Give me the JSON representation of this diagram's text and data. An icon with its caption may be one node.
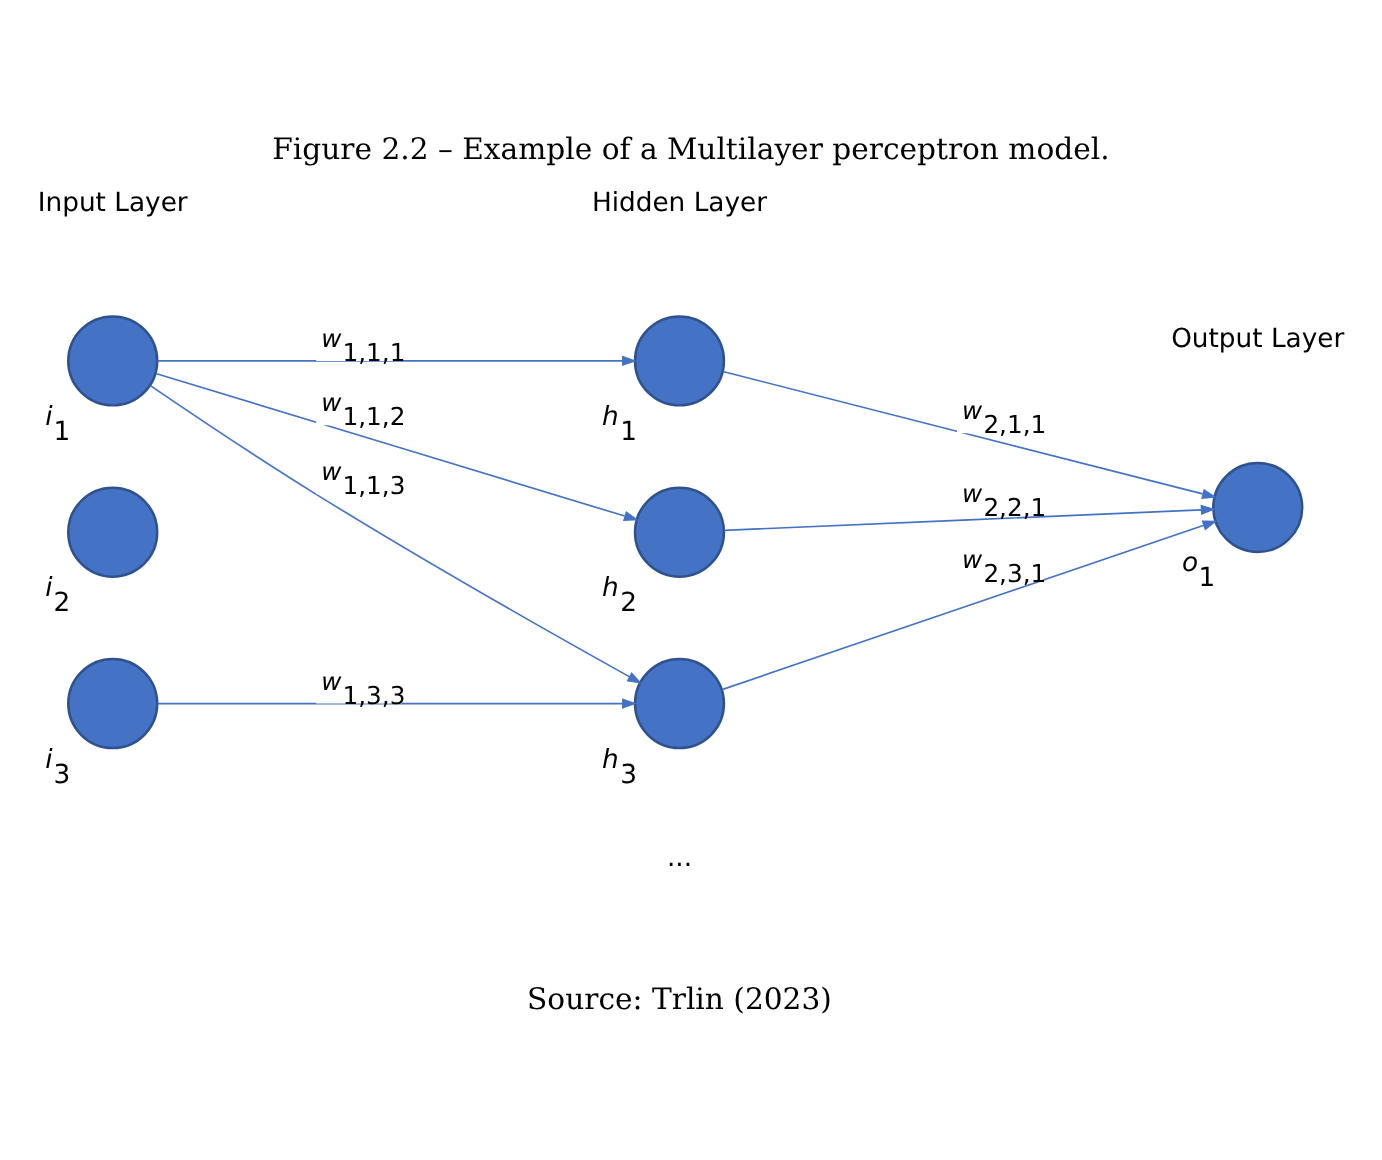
{
  "diagram": {
    "title": "Figure 2.2 – Example of a Multilayer perceptron model.",
    "caption": "Source: Trlin (2023)",
    "nodes": [
      {
        "text": [],
        "shape": "circle",
        "beside": [
          "i$_{1}$"
        ]
      },
      {
        "text": [],
        "shape": "circle",
        "beside": [
          "i$_{2}$"
        ]
      },
      {
        "text": [],
        "shape": "circle",
        "beside": [
          "i$_{3}$"
        ]
      },
      {
        "text": [],
        "shape": "circle",
        "beside": [
          "h$_{1}$"
        ]
      },
      {
        "text": [],
        "shape": "circle",
        "beside": [
          "h$_{2}$"
        ]
      },
      {
        "text": [],
        "shape": "circle",
        "beside": [
          "h$_{3}$"
        ]
      },
      {
        "text": [],
        "shape": "circle",
        "beside": [
          "o$_{1}$"
        ]
      }
    ],
    "edges": [
      {
        "from": 0,
        "to": 3,
        "arrow": "to",
        "label": "w$_{1,1,1}$"
      },
      {
        "from": 0,
        "to": 4,
        "arrow": "to",
        "label": "w$_{1,1,2}$"
      },
      {
        "from": 0,
        "to": 5,
        "arrow": "to",
        "label": "w$_{1,1,3}$"
      },
      {
        "from": 2,
        "to": 5,
        "arrow": "to",
        "label": "w$_{1,3,3}$"
      },
      {
        "from": 3,
        "to": 6,
        "arrow": "to",
        "label": "w$_{2,1,1}$"
      },
      {
        "from": 4,
        "to": 6,
        "arrow": "to",
        "label": "w$_{2,2,1}$"
      },
      {
        "from": 5,
        "to": 6,
        "arrow": "to",
        "label": "w$_{2,3,1}$"
      }
    ],
    "labels": [
      "Input Layer",
      "Hidden Layer",
      "Output Layer",
      "..."
    ]
  }
}
